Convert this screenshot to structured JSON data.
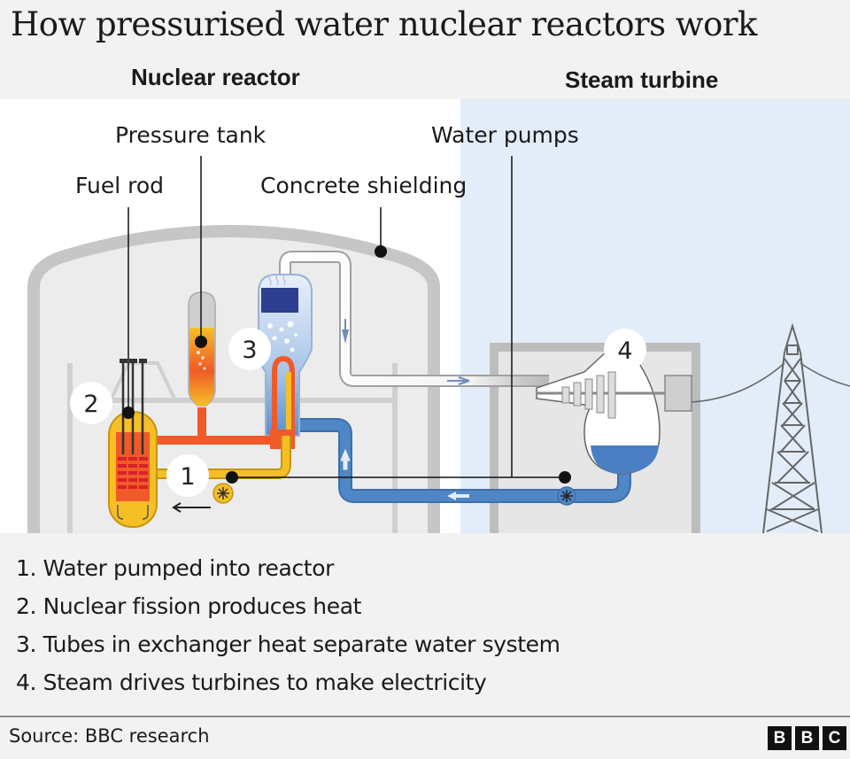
{
  "title": "How pressurised water nuclear reactors work",
  "sections": {
    "left": "Nuclear reactor",
    "right": "Steam turbine"
  },
  "labels": {
    "fuel_rod": "Fuel rod",
    "pressure_tank": "Pressure tank",
    "concrete_shielding": "Concrete shielding",
    "water_pumps": "Water pumps"
  },
  "markers": [
    "1",
    "2",
    "3",
    "4"
  ],
  "steps": [
    "1. Water pumped into reactor",
    "2. Nuclear fission produces heat",
    "3. Tubes in exchanger heat separate water system",
    "4. Steam drives turbines to make electricity"
  ],
  "source": "Source: BBC research",
  "logo": [
    "B",
    "B",
    "C"
  ],
  "colors": {
    "background": "#f2f2f2",
    "reactor_panel": "#ffffff",
    "turbine_panel": "#e3edf9",
    "shielding": "#c8c8c8",
    "hot_water": "#f05a28",
    "warm_water": "#f6bf26",
    "cool_water": "#4f86c6",
    "steam_pipe": "#ffffff",
    "condensate": "#4a7fc3"
  }
}
